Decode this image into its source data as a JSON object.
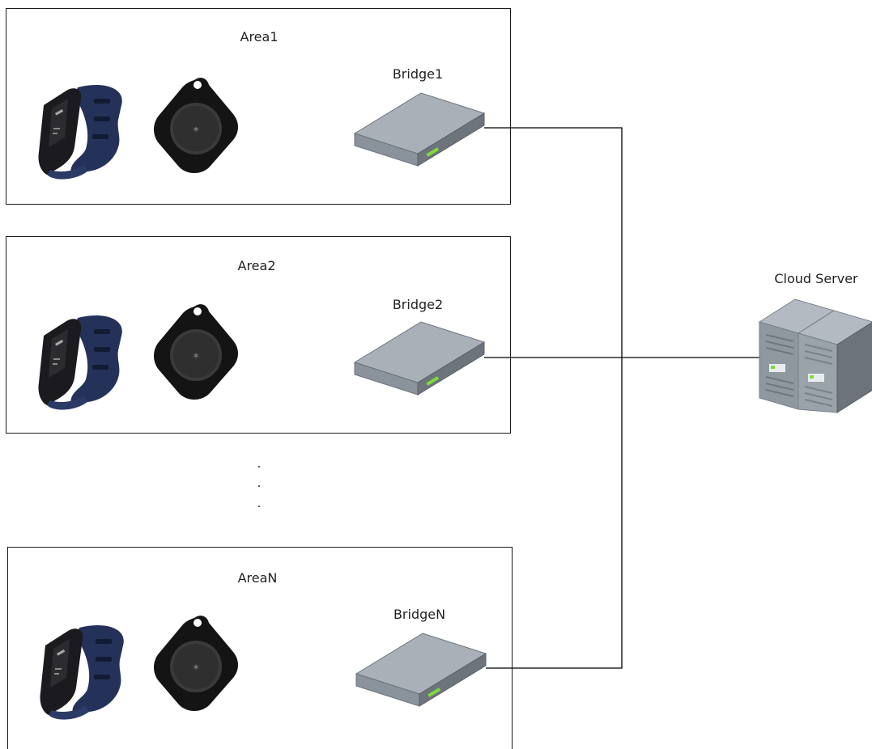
{
  "areas": [
    {
      "label": "Area1",
      "bridge": "Bridge1"
    },
    {
      "label": "Area2",
      "bridge": "Bridge2"
    },
    {
      "label": "AreaN",
      "bridge": "BridgeN"
    }
  ],
  "server": {
    "label": "Cloud Server"
  },
  "colors": {
    "line": "#000000",
    "bridge_top": "#a9b0b8",
    "bridge_front": "#7d858e",
    "bridge_side": "#5f666e",
    "bridge_led": "#7ddc3a",
    "band": "#1d2a4a",
    "tag": "#141414"
  }
}
